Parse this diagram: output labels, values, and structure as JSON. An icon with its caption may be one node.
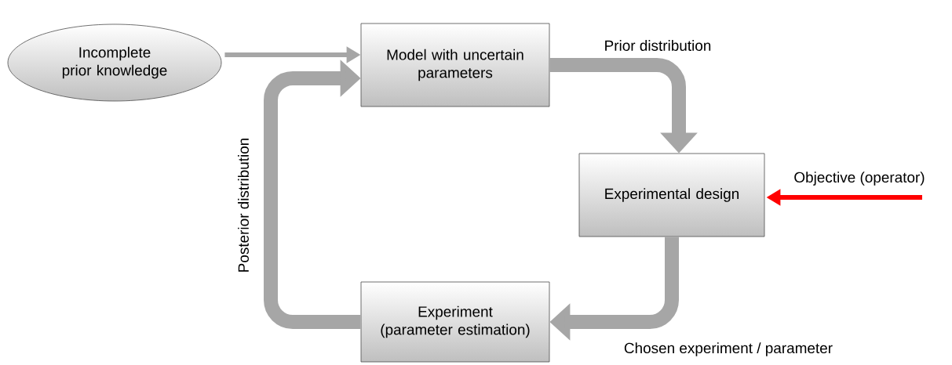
{
  "diagram": {
    "nodes": [
      {
        "text": [
          "Incomplete prior knowledge"
        ]
      },
      {
        "text": [
          "Model with uncertain parameters"
        ]
      },
      {
        "text": [
          "Experimental design"
        ]
      },
      {
        "text": [
          "Experiment (parameter estimation)"
        ]
      }
    ],
    "edges": [
      {
        "from": 0,
        "to": 1,
        "arrow": "to"
      },
      {
        "from": 1,
        "to": 2,
        "arrow": "to",
        "label": "Prior distribution"
      },
      {
        "from": 2,
        "to": 3,
        "arrow": "to",
        "label": "Chosen experiment / parameter"
      },
      {
        "from": 3,
        "to": 1,
        "arrow": "to",
        "label": "Posterior distribution"
      },
      {
        "from": null,
        "to": 2,
        "arrow": "to",
        "label": "Objective (operator)",
        "color": "#ff0000"
      }
    ]
  }
}
